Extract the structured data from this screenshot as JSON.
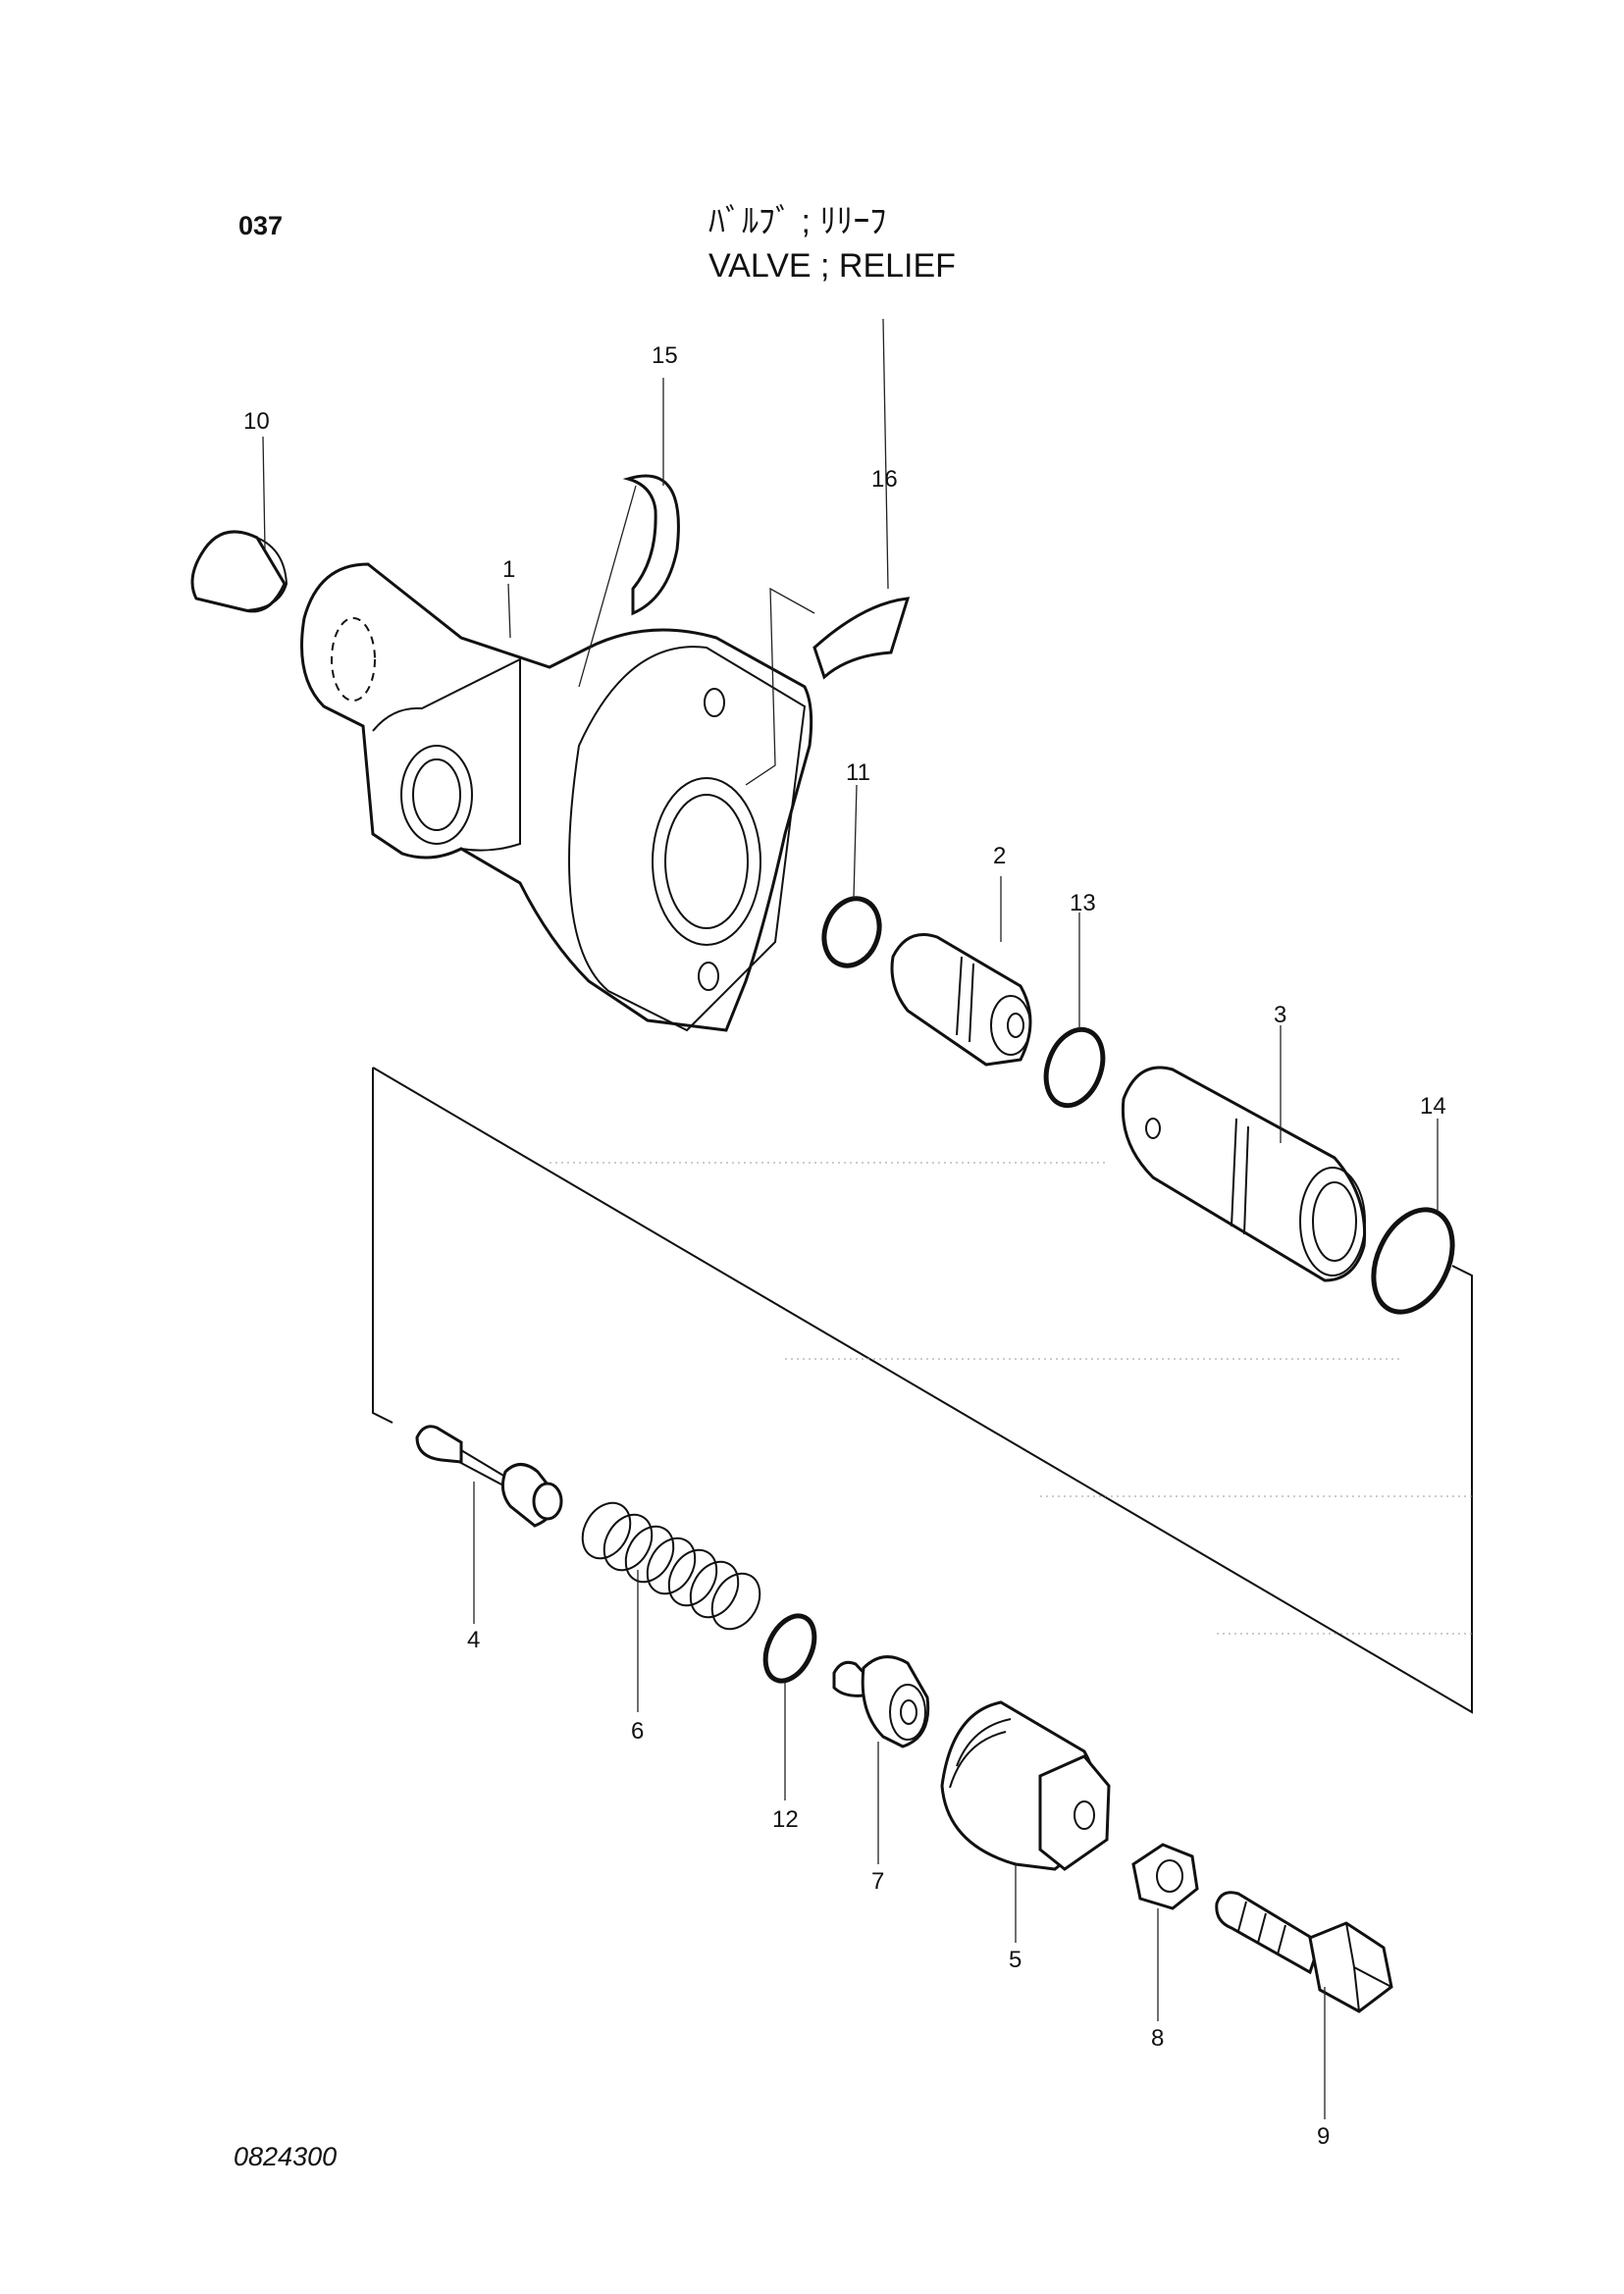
{
  "header": {
    "page_number": "037",
    "title_jp": "ﾊﾞﾙﾌﾞ ; ﾘﾘｰﾌ",
    "title_en": "VALVE ; RELIEF"
  },
  "footer": {
    "drawing_number": "0824300"
  },
  "callouts": {
    "p1": "1",
    "p2": "2",
    "p3": "3",
    "p4": "4",
    "p5": "5",
    "p6": "6",
    "p7": "7",
    "p8": "8",
    "p9": "9",
    "p10": "10",
    "p11": "11",
    "p12": "12",
    "p13": "13",
    "p14": "14",
    "p15": "15",
    "p16": "16"
  }
}
